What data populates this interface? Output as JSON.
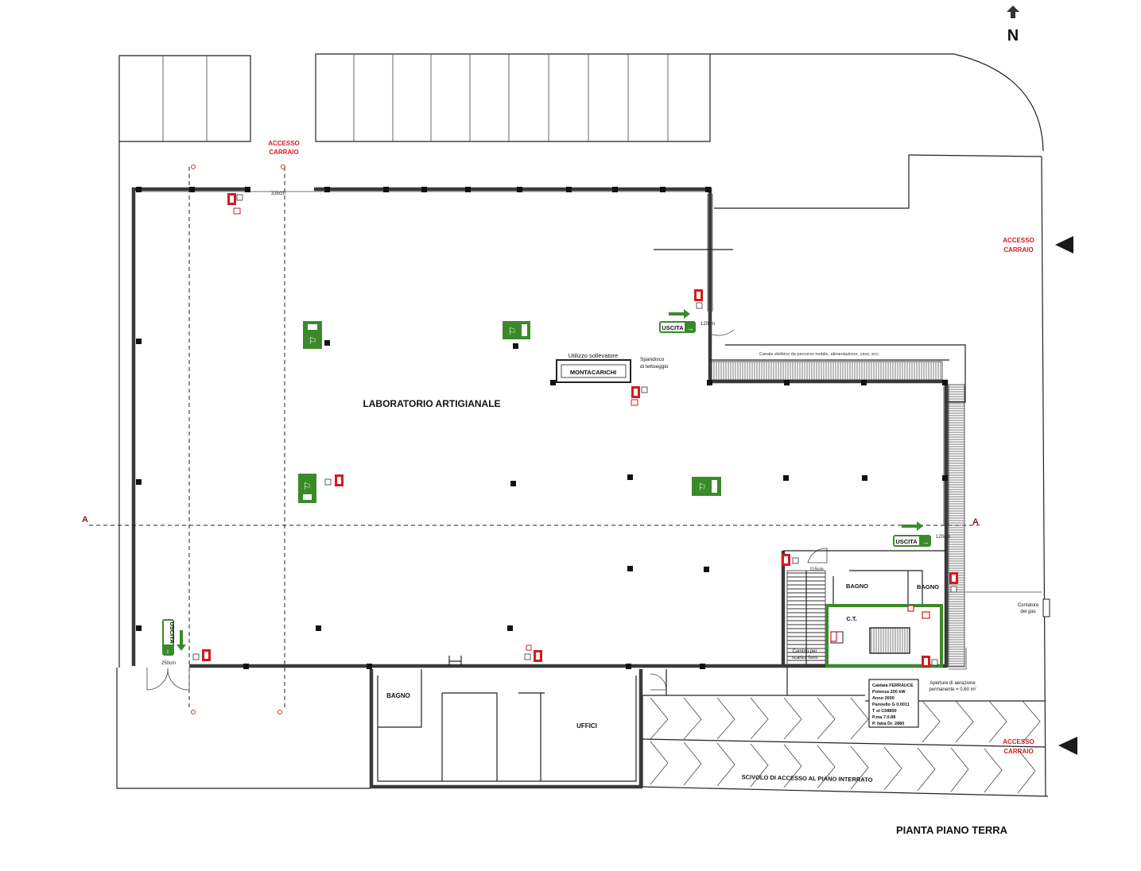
{
  "north": {
    "label": "N"
  },
  "access": {
    "top": [
      "ACCESSO",
      "CARRAIO"
    ],
    "right": [
      "ACCESSO",
      "CARRAIO"
    ],
    "bottom": [
      "ACCESSO",
      "CARRAIO"
    ]
  },
  "rooms": {
    "laboratorio": "LABORATORIO ARTIGIANALE",
    "bagno_ufficio": "BAGNO",
    "uffici": "UFFICI",
    "bagno_1": "BAGNO",
    "bagno_2": "BAGNO",
    "ct": "C.T.",
    "montacarichi": "MONTACARICHI"
  },
  "annotations": {
    "sollevatore": "Utilizzo sollevatore",
    "spandisco": [
      "Spandisco",
      "di tettoeggio"
    ],
    "camino": [
      "Camino per",
      "scarico fumi"
    ],
    "aperture": [
      "Aperture di aerazione",
      "permanente = 0,60 m²"
    ],
    "contatore": [
      "Contatore",
      "del gas"
    ],
    "canale": "Canale elettrico da percorso mobile, alimentazione, cavo, ecc.",
    "scivolo": "SCIVOLO DI ACCESSO AL PIANO INTERRATO",
    "caldaia": [
      "Caldaia FERRAUCE",
      "Potenza 200 kW",
      "Anno 2000",
      "Pannello G 0.0011",
      "T st C08800",
      "P.ma 7.0.88",
      "P. fatta Dr. 2880"
    ]
  },
  "dimensions": {
    "top_opening": "335cm",
    "exit_east": "120cm",
    "exit_east_lower": "120cm",
    "stair_door": "115cm",
    "exit_sw": "250cm"
  },
  "exits": {
    "label": "USCITA"
  },
  "section_marks": {
    "left": "A",
    "right": "A"
  },
  "title": "PIANTA PIANO TERRA",
  "colors": {
    "safety_green": "#3a8a2a",
    "fire_red": "#d71920",
    "wall": "#3a3a3a"
  }
}
